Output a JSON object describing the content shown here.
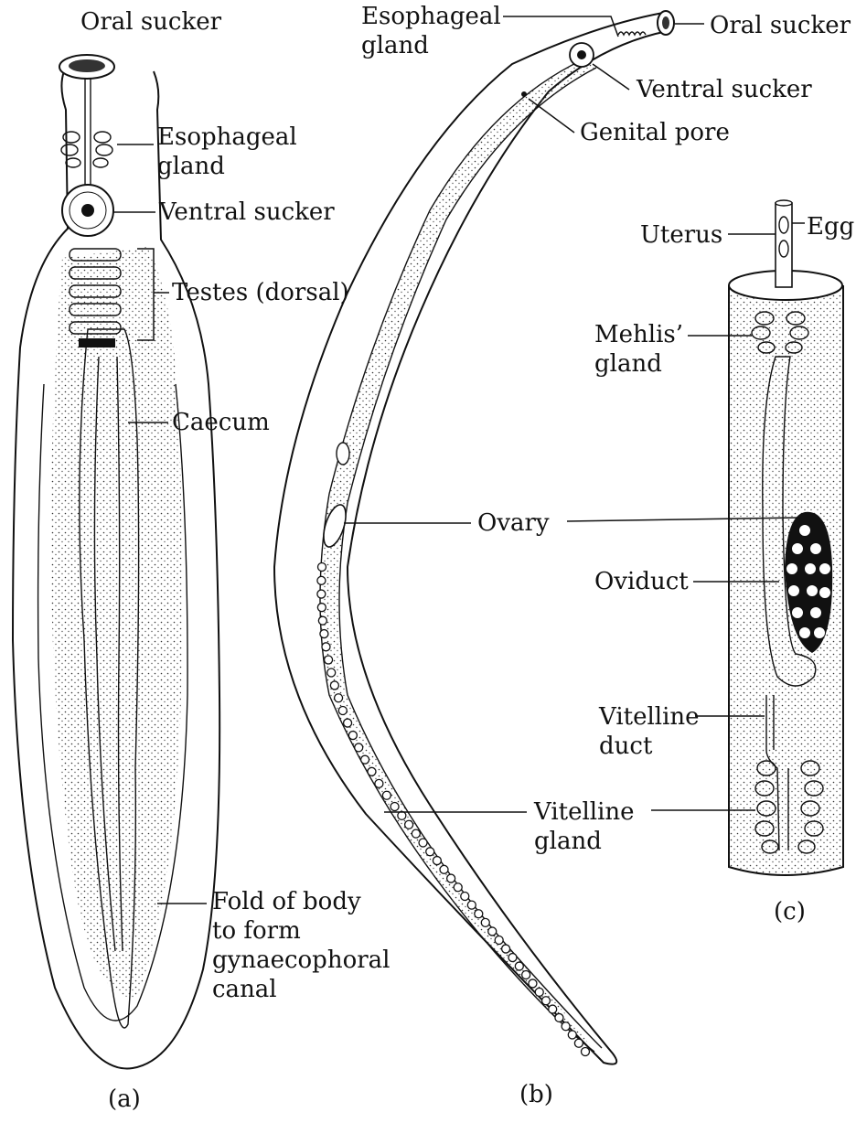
{
  "colors": {
    "ink": "#111111",
    "paper": "#ffffff"
  },
  "panel_a": {
    "caption": "(a)",
    "labels": {
      "oral_sucker": "Oral sucker",
      "esophageal_gland_1": "Esophageal",
      "esophageal_gland_2": "gland",
      "ventral_sucker": "Ventral sucker",
      "testes": "Testes (dorsal)",
      "caecum": "Caecum",
      "fold_1": "Fold of body",
      "fold_2": "to form",
      "fold_3": "gynaecophoral",
      "fold_4": "canal"
    }
  },
  "panel_b": {
    "caption": "(b)",
    "labels": {
      "esophageal_gland_1": "Esophageal",
      "esophageal_gland_2": "gland",
      "oral_sucker": "Oral sucker",
      "ventral_sucker": "Ventral sucker",
      "genital_pore": "Genital pore",
      "ovary": "Ovary",
      "vitelline_gland_1": "Vitelline",
      "vitelline_gland_2": "gland"
    }
  },
  "panel_c": {
    "caption": "(c)",
    "labels": {
      "uterus": "Uterus",
      "egg": "Egg",
      "mehlis_1": "Mehlis’",
      "mehlis_2": "gland",
      "oviduct": "Oviduct",
      "vitelline_duct_1": "Vitelline",
      "vitelline_duct_2": "duct"
    }
  }
}
